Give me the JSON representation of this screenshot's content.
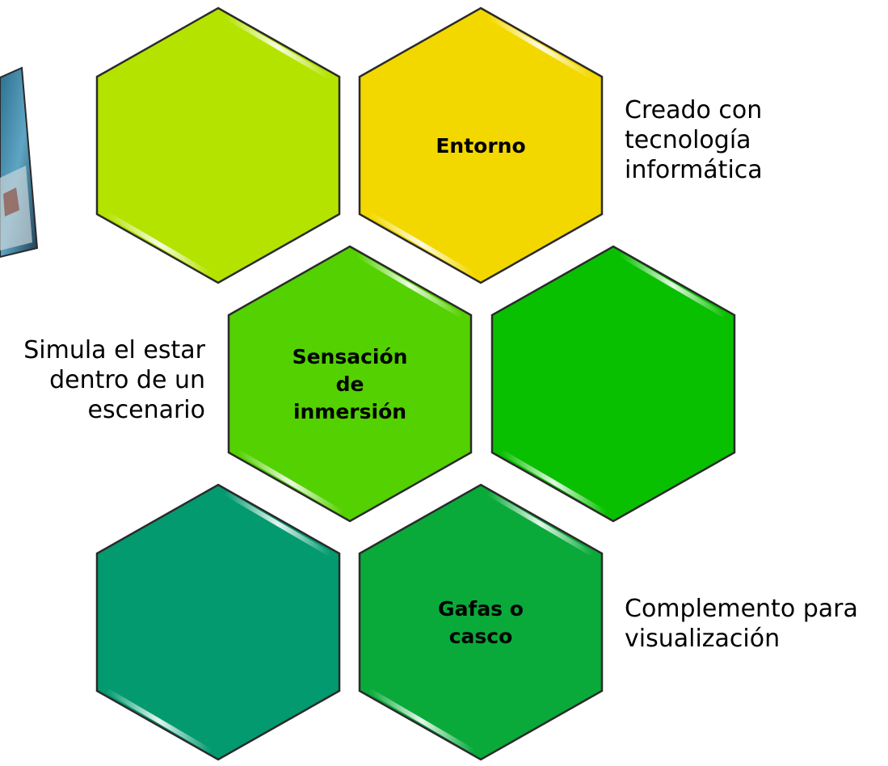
{
  "hexagons": [
    {
      "id": "hex-top-left",
      "label_lines": [],
      "fill": "#B4E300"
    },
    {
      "id": "hex-top-right",
      "label_lines": [
        "Entorno"
      ],
      "fill": "#F3D800"
    },
    {
      "id": "hex-mid-left",
      "label_lines": [
        "Sensación",
        "de",
        "inmersión"
      ],
      "fill": "#54D100"
    },
    {
      "id": "hex-mid-right",
      "label_lines": [],
      "fill": "#09C000"
    },
    {
      "id": "hex-bottom-left",
      "label_lines": [],
      "fill": "#039A70"
    },
    {
      "id": "hex-bottom-right",
      "label_lines": [
        "Gafas o",
        "casco"
      ],
      "fill": "#09AA3A"
    }
  ],
  "notes": {
    "top": [
      "Creado con",
      "tecnología",
      "informática"
    ],
    "mid": [
      "Simula el estar",
      "dentro de un",
      "escenario"
    ],
    "bottom": [
      "Complemento para",
      "visualización"
    ]
  },
  "photo_fragment": {
    "description_icon": "photo-icon"
  }
}
